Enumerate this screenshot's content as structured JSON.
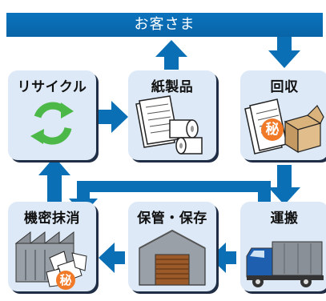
{
  "banner": {
    "label": "お客さま"
  },
  "steps": {
    "recycle": "リサイクル",
    "paper": "紙製品",
    "collect": "回収",
    "destroy": "機密抹消",
    "storage": "保管・保存",
    "transport": "運搬"
  },
  "stamp": "秘",
  "colors": {
    "blue": "#0a6fb5",
    "box": "#dde9f6",
    "green": "#4cb848",
    "stamp": "#f07a28"
  }
}
